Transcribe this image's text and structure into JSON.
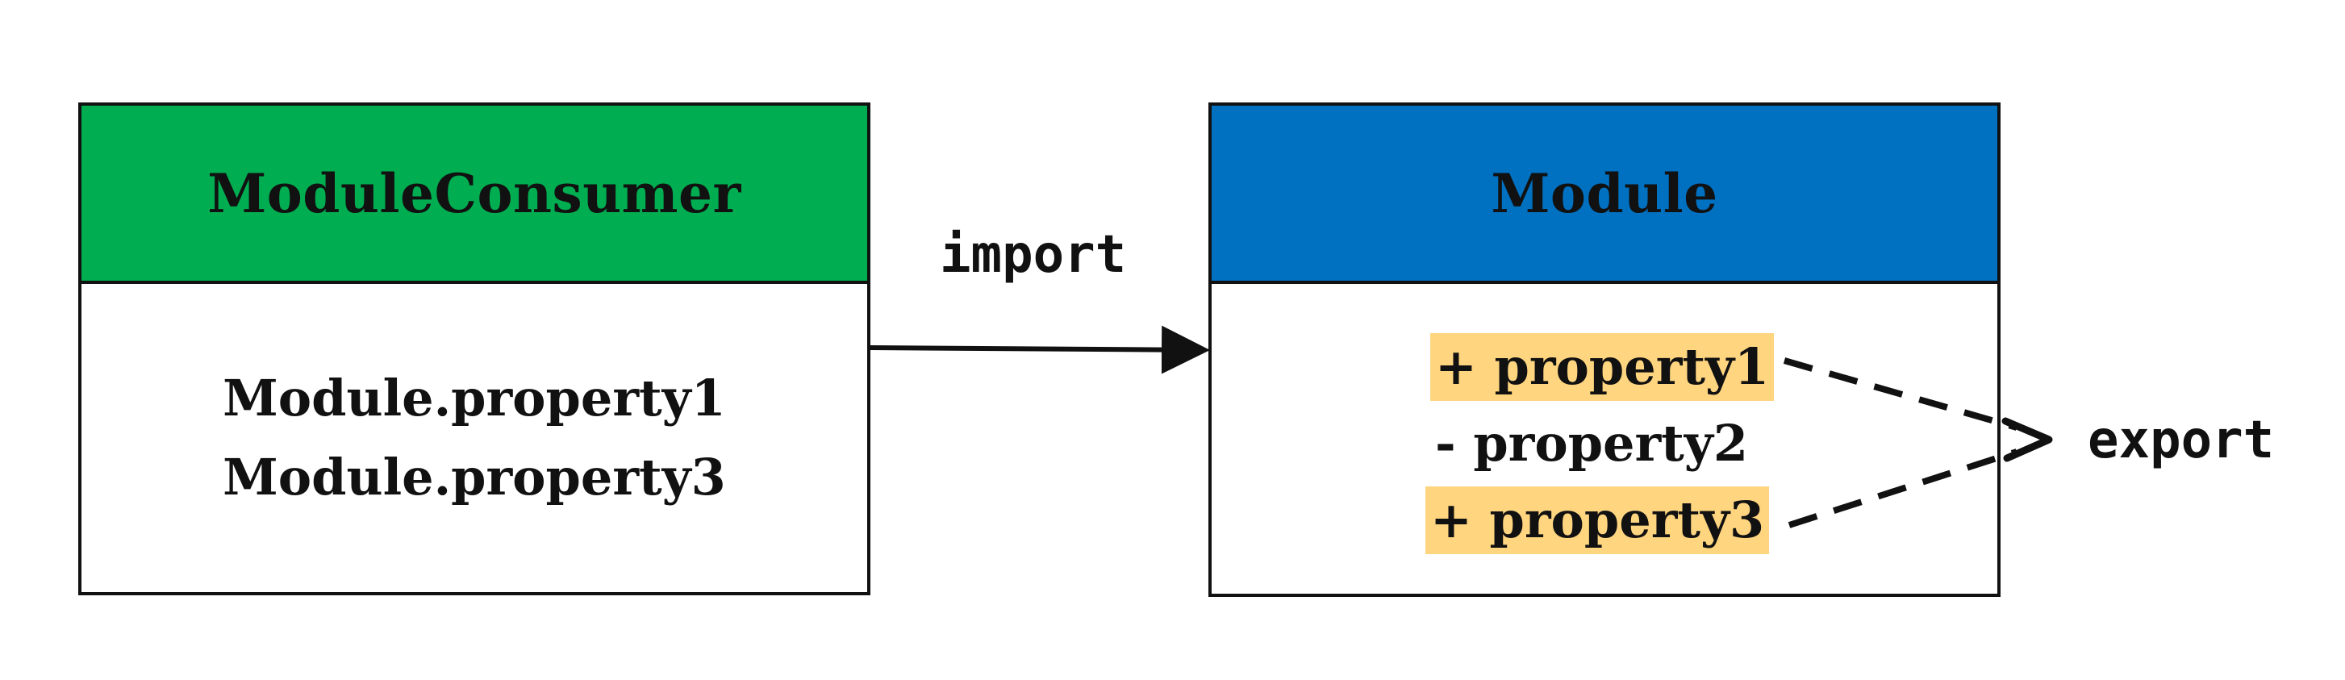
{
  "colors": {
    "consumer_header": "#00ad50",
    "module_header": "#0070c0",
    "exported_highlight": "#ffd580",
    "line": "#111111"
  },
  "consumer": {
    "title": "ModuleConsumer",
    "lines": [
      "Module.property1",
      "Module.property3"
    ]
  },
  "module": {
    "title": "Module",
    "properties": [
      {
        "text": "+ property1",
        "exported": true
      },
      {
        "text": "- property2",
        "exported": false
      },
      {
        "text": "+ property3",
        "exported": true
      }
    ]
  },
  "edges": {
    "import_label": "import",
    "export_label": "export"
  }
}
